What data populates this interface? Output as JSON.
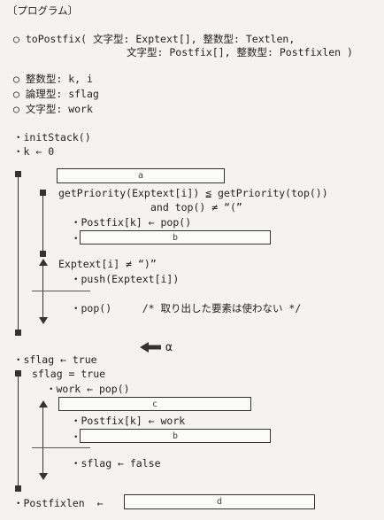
{
  "header": {
    "title": "〔プログラム〕"
  },
  "decl": {
    "func_line1": "○ toPostfix( 文字型: Exptext[], 整数型: Textlen,",
    "func_line2": "文字型: Postfix[], 整数型: Postfixlen )",
    "var1": "○ 整数型: k, i",
    "var2": "○ 論理型: sflag",
    "var3": "○ 文字型: work"
  },
  "stmts": {
    "init_stack": "・initStack()",
    "k_init": "・k ← 0",
    "cond1_line1": "getPriority(Exptext[i]) ≦ getPriority(top())",
    "cond1_line2": "and top() ≠ “(”",
    "postfix_pop": "・Postfix[k] ← pop()",
    "dot_b1": "・",
    "cond2": "Exptext[i] ≠ “)”",
    "push_stmt": "・push(Exptext[i])",
    "pop_stmt": "・pop()     /* 取り出した要素は使わない */",
    "alpha_label": "α",
    "sflag_true": "・sflag ← true",
    "while_cond": "sflag = true",
    "work_pop": "・work ← pop()",
    "postfix_work": "・Postfix[k] ← work",
    "dot_b2": "・",
    "sflag_false": "・sflag ← false",
    "postfixlen": "・Postfixlen  ←"
  },
  "blanks": {
    "a": "a",
    "b1": "b",
    "c": "c",
    "b2": "b",
    "d": "d"
  }
}
